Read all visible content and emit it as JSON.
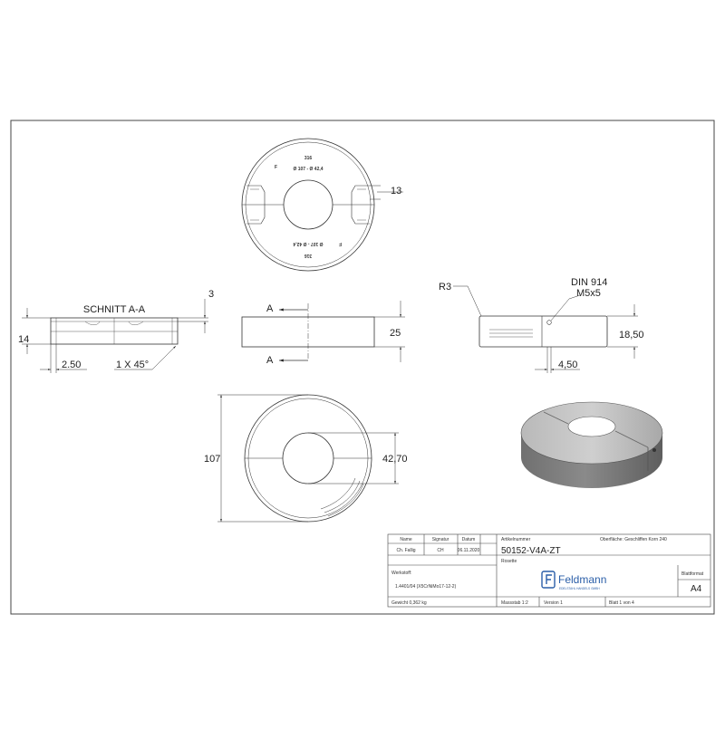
{
  "top_view": {
    "engrave_top": "316",
    "engrave_top2": "Ø 107 - Ø 42,4",
    "engrave_f": "F",
    "engrave_bottom": "316",
    "engrave_bottom2": "Ø 107 - Ø 42,4",
    "engrave_f2": "F",
    "dim_slot": "13"
  },
  "section_view": {
    "title": "SCHNITT A-A",
    "dim_height": "14",
    "dim_depth": "3",
    "dim_offset": "2.50",
    "dim_chamfer": "1 X 45°"
  },
  "front_view": {
    "label_a_top": "A",
    "label_a_bottom": "A",
    "dim_height": "25"
  },
  "side_view": {
    "dim_radius": "R3",
    "screw_line1": "DIN 914",
    "screw_line2": "M5x5",
    "dim_height": "18,50",
    "dim_hole": "4,50"
  },
  "plan_view": {
    "dim_outer": "107",
    "dim_inner": "42,70"
  },
  "title_block": {
    "col_name": "Name",
    "col_signature": "Signatur",
    "col_date": "Datum",
    "name_value": "Ch. Fallig",
    "signature_value": "CH",
    "date_value": "06.11.2020",
    "article_label": "Artikelnummer",
    "article_value": "50152-V4A-ZT",
    "surface_label": "Oberfläche: Geschliffen Korn 240",
    "part_name": "Rosette",
    "material_label": "Werkstoff:",
    "material_value": "1.4401/04 (X5CrNiMo17-12-2)",
    "weight_label": "Gewicht 0,362 kg",
    "scale_label": "Massstab 1:2",
    "version_label": "Version 1",
    "sheet_label": "Blatt 1 von 4",
    "format_label": "Blattformat",
    "format_value": "A4",
    "logo_text": "Feldmann",
    "logo_tagline": "EDELSTAHL HANDELS GMBH"
  }
}
